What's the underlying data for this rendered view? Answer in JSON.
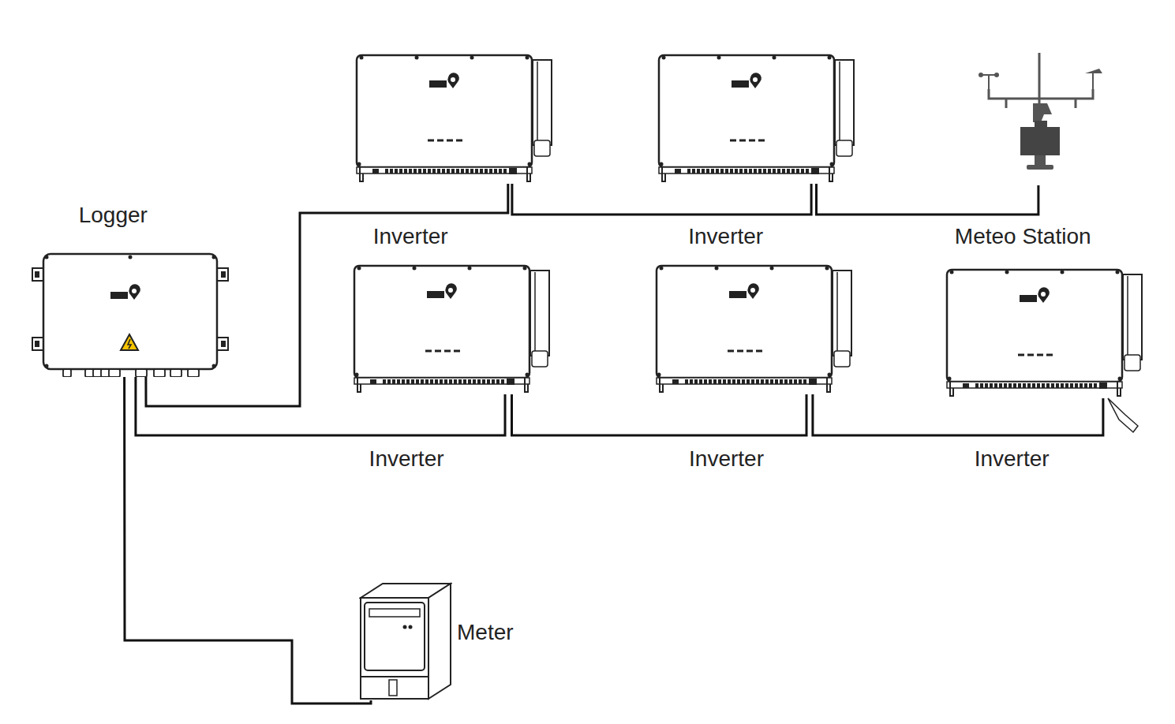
{
  "diagram": {
    "nodes": [
      {
        "text": [
          "Logger"
        ]
      },
      {
        "text": [
          "Inverter"
        ]
      },
      {
        "text": [
          "Inverter"
        ]
      },
      {
        "text": [
          "Meteo Station"
        ]
      },
      {
        "text": [
          "Inverter"
        ]
      },
      {
        "text": [
          "Inverter"
        ]
      },
      {
        "text": [
          "Inverter"
        ]
      },
      {
        "text": [
          "Meter"
        ]
      }
    ],
    "edges": [
      {
        "from": 0,
        "to": 1,
        "arrow": "none"
      },
      {
        "from": 1,
        "to": 2,
        "arrow": "none"
      },
      {
        "from": 2,
        "to": 3,
        "arrow": "none"
      },
      {
        "from": 0,
        "to": 4,
        "arrow": "none"
      },
      {
        "from": 4,
        "to": 5,
        "arrow": "none"
      },
      {
        "from": 5,
        "to": 6,
        "arrow": "none"
      },
      {
        "from": 0,
        "to": 7,
        "arrow": "none"
      }
    ]
  }
}
